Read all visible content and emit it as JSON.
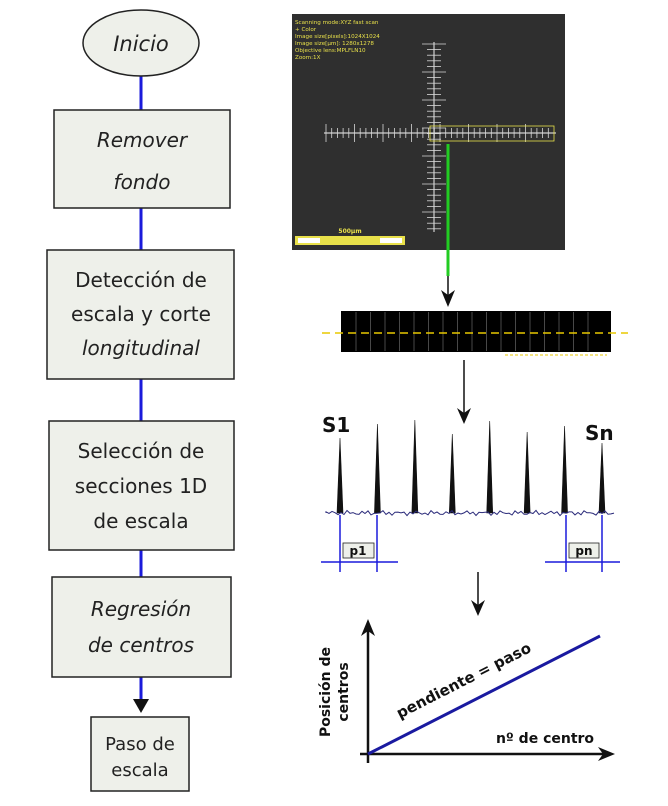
{
  "flowchart": {
    "start": "Inicio",
    "steps": [
      {
        "lines": [
          "Remover",
          "fondo"
        ],
        "italic": [
          true,
          true
        ]
      },
      {
        "lines": [
          "Detección de",
          "escala y corte",
          "longitudinal"
        ],
        "italic": [
          false,
          false,
          true
        ]
      },
      {
        "lines": [
          "Selección de",
          "secciones 1D",
          "de escala"
        ],
        "italic": [
          false,
          false,
          false
        ]
      },
      {
        "lines": [
          "Regresión",
          "de centros"
        ],
        "italic": [
          true,
          true
        ]
      },
      {
        "lines": [
          "Paso de",
          "escala"
        ],
        "italic": [
          false,
          false
        ]
      }
    ]
  },
  "microscope": {
    "overlay_lines": [
      "Scanning mode:XYZ fast scan",
      "+ Color",
      "Image size[pixels]:1024X1024",
      "Image size[µm]: 1280x1278",
      "Objective lens:MPLFLN10",
      "Zoom:1X"
    ],
    "scalebar_label": "500µm"
  },
  "profile": {
    "first_label": "S1",
    "last_label": "Sn",
    "first_period": "p1",
    "last_period": "pn",
    "peak_count": 8
  },
  "regression": {
    "y_label_lines": [
      "Posición de",
      "centros"
    ],
    "x_label": "nº de centro",
    "slope_label": "pendiente = paso"
  },
  "colors": {
    "node_fill": "#eef0ea",
    "node_stroke": "#222222",
    "connector": "#1a1adb",
    "green_arrow": "#22cc22",
    "overlay_yellow": "#e8e04a",
    "micro_bg": "#2e2e2e",
    "signal": "#2a2a7a",
    "regression_line": "#1a1aa0"
  }
}
